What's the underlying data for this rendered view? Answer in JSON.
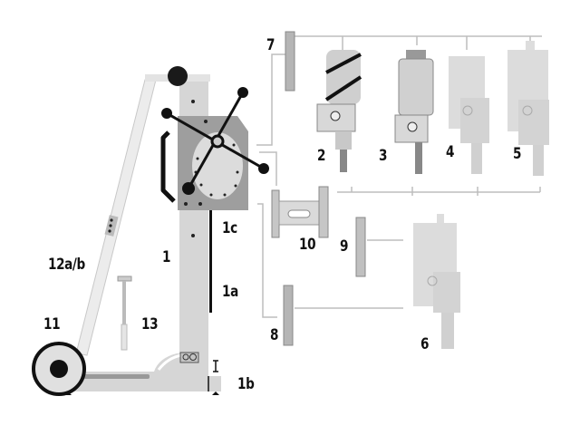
{
  "labels": {
    "stand": "1",
    "rack": "1a",
    "base_foot": "1b",
    "carriage": "1c",
    "motor_2": "2",
    "motor_3": "3",
    "motor_4": "4",
    "motor_5": "5",
    "motor_6": "6",
    "bracket_7": "7",
    "bracket_8": "8",
    "adapter_9": "9",
    "adapter_10": "10",
    "wheel": "11",
    "support_leg": "12a/b",
    "anchor_bolt": "13"
  },
  "colors": {
    "light_gray": "#d6d6d6",
    "mid_gray": "#a9a9a9",
    "dark": "#1a1a1a",
    "line": "#bdbdbd"
  }
}
